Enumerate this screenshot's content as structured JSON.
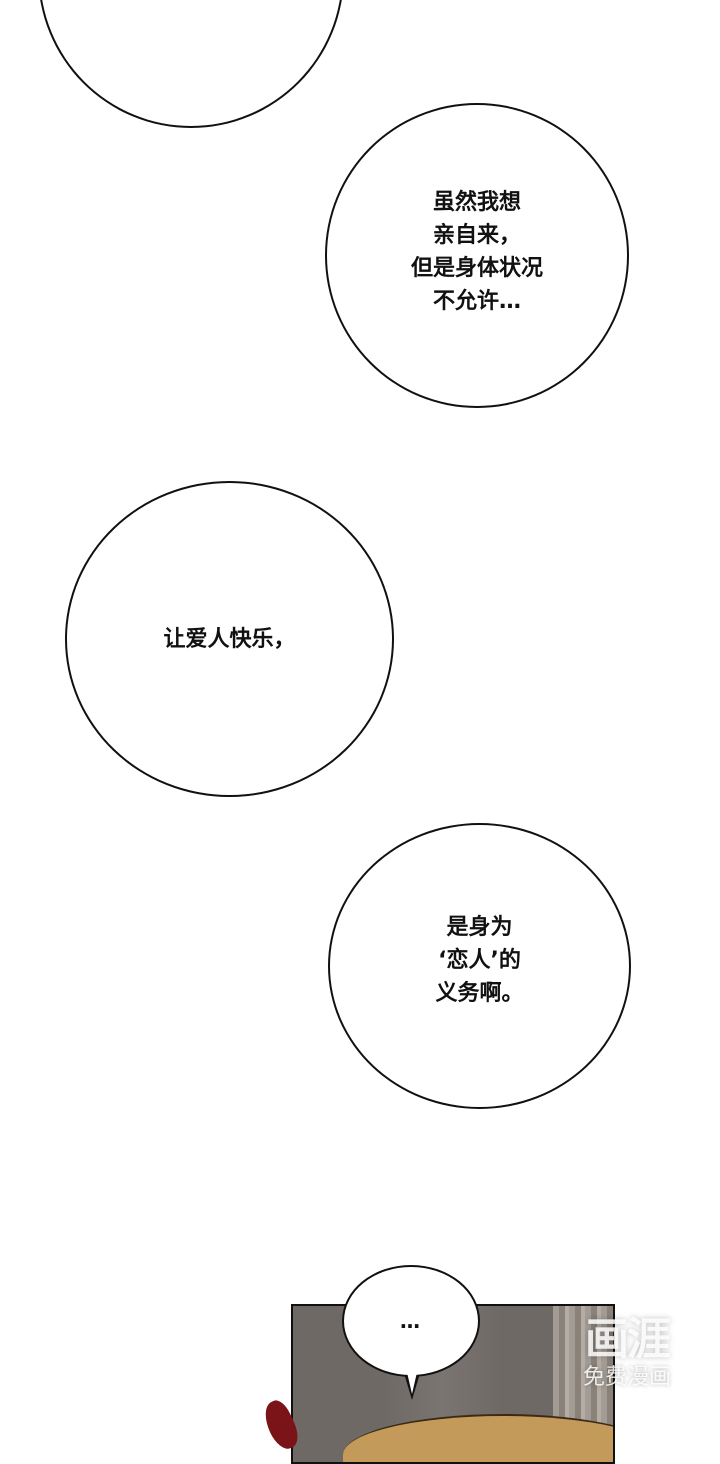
{
  "bubbles": [
    {
      "id": "top-partial",
      "text": ""
    },
    {
      "id": "bubble-1",
      "text": "虽然我想\n亲自来，\n但是身体状况\n不允许…"
    },
    {
      "id": "bubble-2",
      "text": "让爱人快乐，"
    },
    {
      "id": "bubble-3",
      "text": "是身为\n‘恋人’的\n义务啊。"
    }
  ],
  "panel": {
    "speech_text": "…",
    "colors": {
      "background": "#6f6966",
      "hair": "#c49a5a",
      "accent_red": "#7a1418"
    }
  },
  "watermark": {
    "logo": "画涯",
    "subtitle": "免费漫画"
  }
}
